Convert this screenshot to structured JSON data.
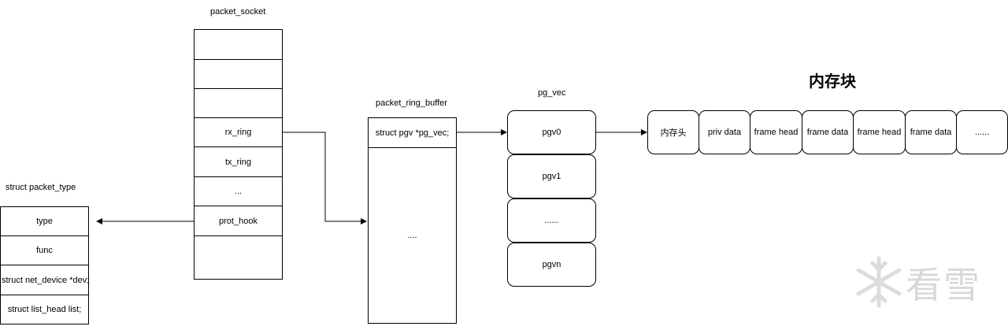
{
  "packet_socket": {
    "title": "packet_socket",
    "rows": [
      "",
      "",
      "",
      "rx_ring",
      "tx_ring",
      "...",
      "prot_hook",
      ""
    ]
  },
  "packet_type": {
    "title": "struct packet_type",
    "rows": [
      "type",
      "func",
      "struct net_device *dev;",
      "struct list_head list;"
    ]
  },
  "ring_buffer": {
    "title": "packet_ring_buffer",
    "rows": [
      "struct pgv *pg_vec;",
      "...."
    ]
  },
  "pg_vec": {
    "title": "pg_vec",
    "items": [
      "pgv0",
      "pgv1",
      "......",
      "pgvn"
    ]
  },
  "memory_block": {
    "title": "内存块",
    "cells": [
      "内存头",
      "priv data",
      "frame head",
      "frame data",
      "frame head",
      "frame data",
      "......"
    ]
  },
  "watermark": {
    "text": "看雪"
  }
}
